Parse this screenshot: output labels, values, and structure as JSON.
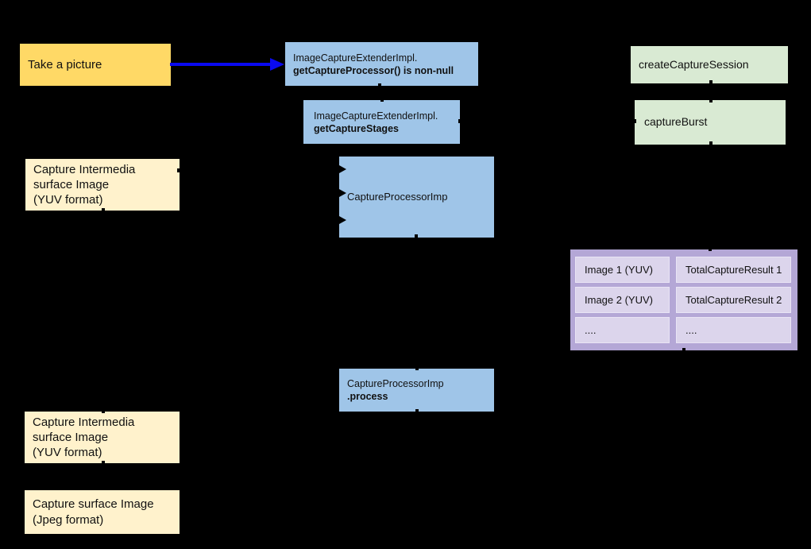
{
  "diagram": {
    "title_hint": "Camera extension capture flow",
    "colors": {
      "background": "#000000",
      "yellow": "#ffd966",
      "cream": "#fff2cc",
      "blue": "#9fc5e8",
      "green": "#d9ead3",
      "purple_container": "#b4a7d6",
      "purple_cell": "#dcd5ec",
      "arrow": "#0a0af0",
      "text": "#111111"
    },
    "boxes": {
      "take_picture": {
        "label": "Take a picture"
      },
      "get_capture_processor": {
        "line1": "ImageCaptureExtenderImpl.",
        "line2": "getCaptureProcessor() is non-null"
      },
      "get_capture_stages": {
        "line1": "ImageCaptureExtenderImpl.",
        "line2": "getCaptureStages"
      },
      "capture_intermedia_1": {
        "line1": "Capture Intermedia",
        "line2": "surface Image",
        "line3": "(YUV format)"
      },
      "capture_processor_imp": {
        "label": "CaptureProcessorImp"
      },
      "create_capture_session": {
        "label": "createCaptureSession"
      },
      "capture_burst": {
        "label": "captureBurst"
      },
      "capture_processor_process": {
        "line1": "CaptureProcessorImp",
        "line2": ".process"
      },
      "capture_intermedia_2": {
        "line1": "Capture Intermedia",
        "line2": "surface Image",
        "line3": "(YUV format)"
      },
      "capture_surface_jpeg": {
        "line1": "Capture surface Image",
        "line2": "(Jpeg format)"
      }
    },
    "result_table": {
      "rows": [
        {
          "image": "Image 1 (YUV)",
          "result": "TotalCaptureResult 1"
        },
        {
          "image": "Image 2 (YUV)",
          "result": "TotalCaptureResult 2"
        },
        {
          "image": "....",
          "result": "...."
        }
      ]
    }
  }
}
